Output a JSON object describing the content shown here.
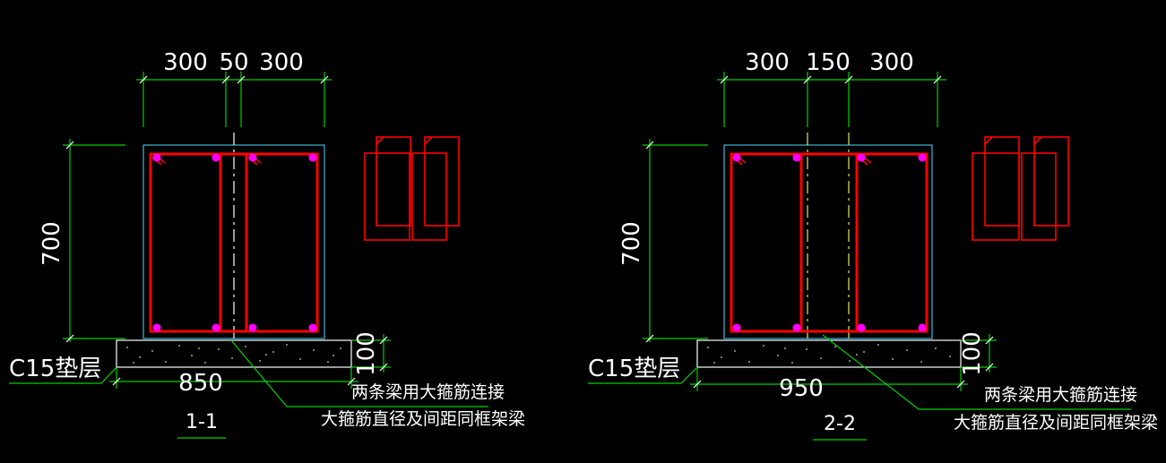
{
  "colors": {
    "background": "#000000",
    "rebar": "#ff0000",
    "dimension": "#00d000",
    "outline": "#3fb8d8",
    "text": "#ffffff",
    "bar_dot": "#ff00ff"
  },
  "sections": [
    {
      "dims_top": [
        "300",
        "50",
        "300"
      ],
      "height": "700",
      "base_width": "850",
      "base_thickness": "100",
      "cushion_label": "C15垫层",
      "note_line1": "两条梁用大箍筋连接",
      "note_line2": "大箍筋直径及间距同框架梁",
      "section_label": "1-1"
    },
    {
      "dims_top": [
        "300",
        "150",
        "300"
      ],
      "height": "700",
      "base_width": "950",
      "base_thickness": "100",
      "cushion_label": "C15垫层",
      "note_line1": "两条梁用大箍筋连接",
      "note_line2": "大箍筋直径及间距同框架梁",
      "section_label": "2-2"
    }
  ]
}
